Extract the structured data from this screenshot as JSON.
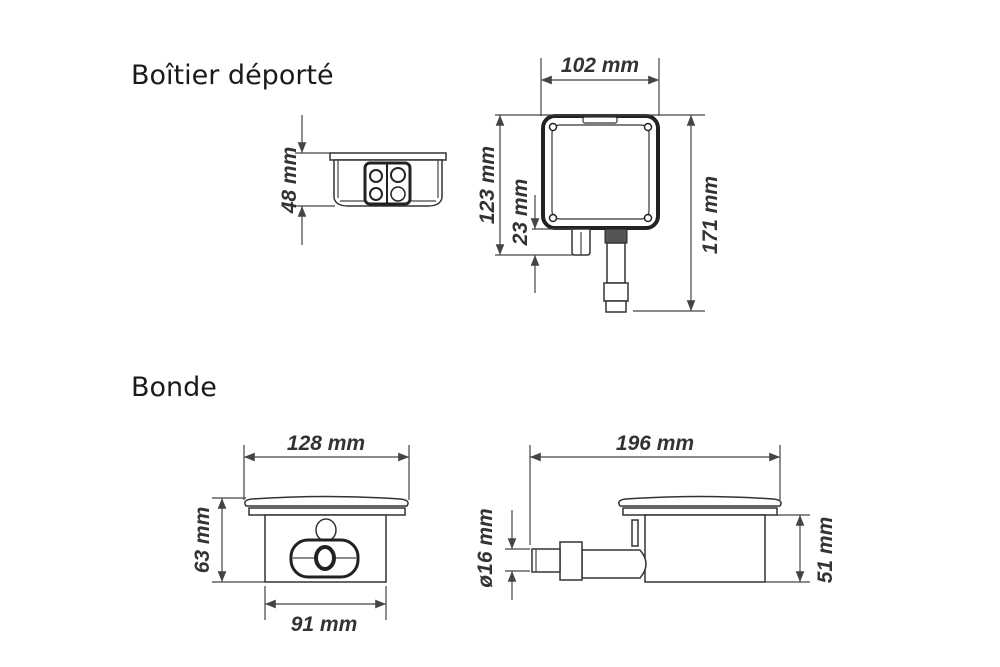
{
  "sections": [
    {
      "title": "Boîtier déporté",
      "dimensions": {
        "height_side": "48 mm",
        "width": "102 mm",
        "height_body": "123 mm",
        "gland_height": "23 mm",
        "height_total": "171 mm"
      }
    },
    {
      "title": "Bonde",
      "dimensions": {
        "lid_diameter": "128 mm",
        "body_diameter": "91 mm",
        "height": "63 mm",
        "length_total": "196 mm",
        "pipe_diameter": "ø16 mm",
        "body_height": "51 mm"
      }
    }
  ]
}
